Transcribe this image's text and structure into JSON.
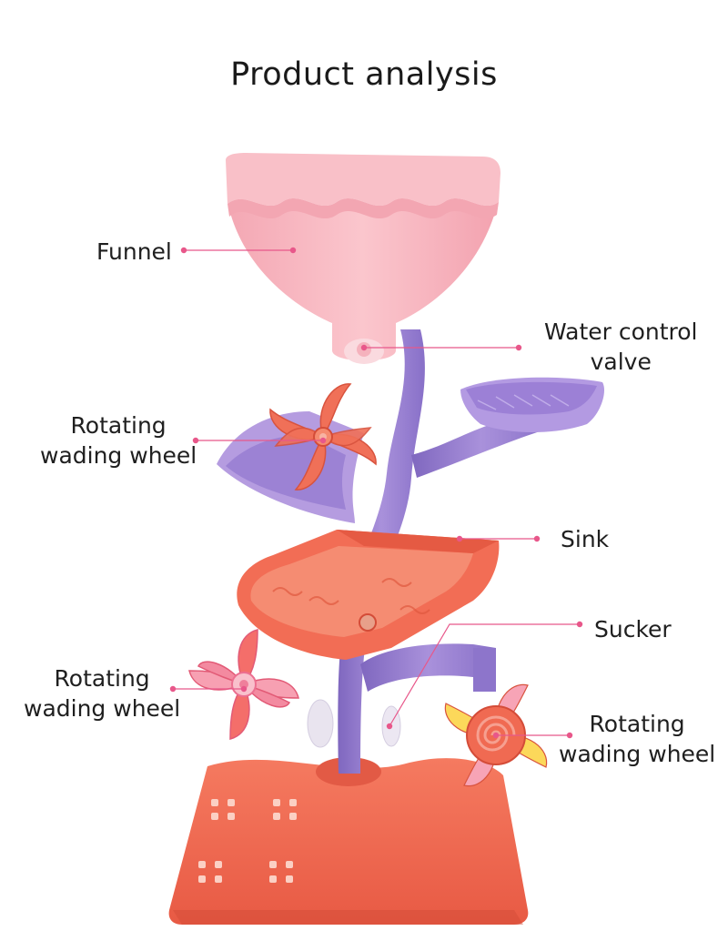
{
  "title": "Product analysis",
  "colors": {
    "funnel": "#f7b6c0",
    "stem": "#9a7fd1",
    "coral": "#f06a52",
    "leader": "#e8578a"
  },
  "labels": {
    "funnel": "Funnel",
    "valve": [
      "Water control",
      "valve"
    ],
    "wheel_top": [
      "Rotating",
      "wading wheel"
    ],
    "sink": "Sink",
    "sucker": "Sucker",
    "wheel_left": [
      "Rotating",
      "wading wheel"
    ],
    "wheel_right": [
      "Rotating",
      "wading wheel"
    ]
  }
}
